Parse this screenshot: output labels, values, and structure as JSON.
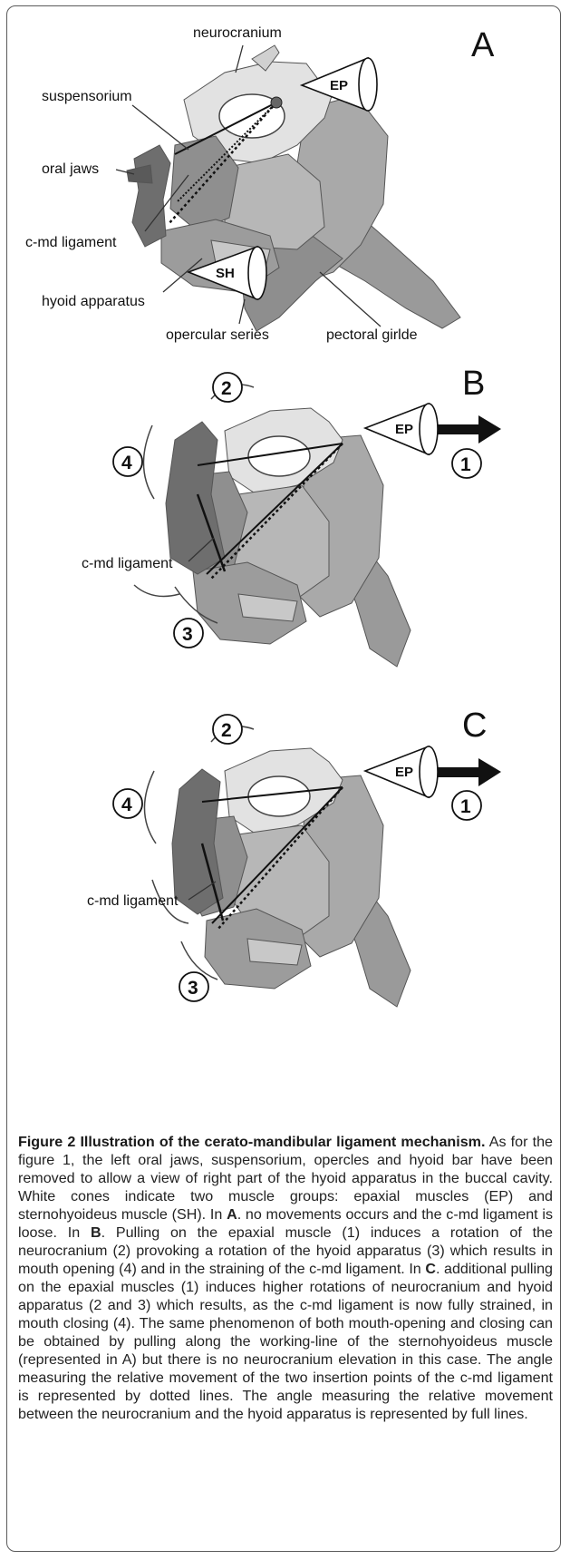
{
  "panels": [
    {
      "letter": "A",
      "labels": {
        "neurocranium": "neurocranium",
        "suspensorium": "suspensorium",
        "oral_jaws": "oral jaws",
        "cmd_ligament": "c-md ligament",
        "hyoid_apparatus": "hyoid apparatus",
        "opercular_series": "opercular series",
        "pectoral_girdle": "pectoral girlde"
      },
      "cones": {
        "ep": "EP",
        "sh": "SH"
      }
    },
    {
      "letter": "B",
      "labels": {
        "cmd_ligament": "c-md ligament"
      },
      "cones": {
        "ep": "EP"
      },
      "numbers": {
        "n1": "1",
        "n2": "2",
        "n3": "3",
        "n4": "4"
      }
    },
    {
      "letter": "C",
      "labels": {
        "cmd_ligament": "c-md ligament"
      },
      "cones": {
        "ep": "EP"
      },
      "numbers": {
        "n1": "1",
        "n2": "2",
        "n3": "3",
        "n4": "4"
      }
    }
  ],
  "caption": {
    "title": "Figure 2 Illustration of the cerato-mandibular ligament mechanism.",
    "text_1": " As for the figure 1, the left oral jaws, suspensorium, opercles and hyoid bar have been removed to allow a view of right part of the hyoid apparatus in the buccal cavity. White cones indicate two muscle groups: epaxial muscles (EP) and sternohyoideus muscle (SH). In ",
    "ref_a": "A",
    "text_2": ". no movements occurs and the c-md ligament is loose. In ",
    "ref_b": "B",
    "text_3": ". Pulling on the epaxial muscle (1) induces a rotation of the neurocranium (2) provoking a rotation of the hyoid apparatus (3) which results in mouth opening (4) and in the straining of the c-md ligament. In ",
    "ref_c": "C",
    "text_4": ". additional pulling on the epaxial muscles (1) induces higher rotations of neurocranium and hyoid apparatus (2 and 3) which results, as the c-md ligament is now fully strained, in mouth closing (4). The same phenomenon of both mouth-opening and closing can be obtained by pulling along the working-line of the sternohyoideus muscle (represented in A) but there is no neurocranium elevation in this case. The angle measuring the relative movement of the two insertion points of the c-md ligament is represented by dotted lines. The angle measuring the relative movement between the neurocranium and the hyoid apparatus is represented by full lines."
  }
}
